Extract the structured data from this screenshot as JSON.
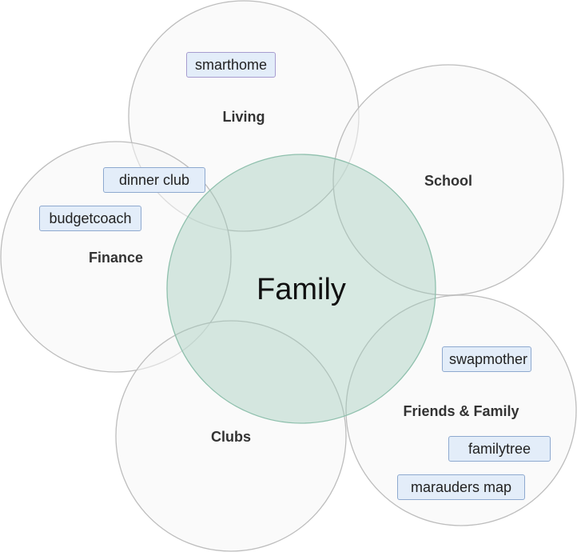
{
  "center": {
    "label": "Family"
  },
  "circles": [
    {
      "id": "living",
      "label": "Living"
    },
    {
      "id": "school",
      "label": "School"
    },
    {
      "id": "finance",
      "label": "Finance"
    },
    {
      "id": "clubs",
      "label": "Clubs"
    },
    {
      "id": "friends",
      "label": "Friends & Family"
    }
  ],
  "tags": [
    {
      "id": "smarthome",
      "label": "smarthome"
    },
    {
      "id": "dinner-club",
      "label": "dinner club"
    },
    {
      "id": "budgetcoach",
      "label": "budgetcoach"
    },
    {
      "id": "swapmother",
      "label": "swapmother"
    },
    {
      "id": "familytree",
      "label": "familytree"
    },
    {
      "id": "marauders-map",
      "label": "marauders map"
    }
  ]
}
